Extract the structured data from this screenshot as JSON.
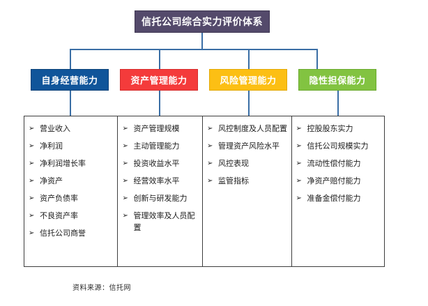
{
  "title": {
    "label": "信托公司综合实力评价体系",
    "color": "#544a6b"
  },
  "categories": [
    {
      "label": "自身经营能力",
      "color": "#10559a"
    },
    {
      "label": "资产管理能力",
      "color": "#f43b3b"
    },
    {
      "label": "风险管理能力",
      "color": "#fcbf14"
    },
    {
      "label": "隐性担保能力",
      "color": "#82c341"
    }
  ],
  "columns": [
    {
      "items": [
        "营业收入",
        "净利润",
        "净利润增长率",
        "净资产",
        "资产负债率",
        "不良资产率",
        "信托公司商誉"
      ]
    },
    {
      "items": [
        "资产管理规模",
        "主动管理能力",
        "投资收益水平",
        "经营效率水平",
        "创新与研发能力",
        "管理效率及人员配置"
      ]
    },
    {
      "items": [
        "风控制度及人员配置",
        "管理资产风险水平",
        "风控表现",
        "监管指标"
      ]
    },
    {
      "items": [
        "控股股东实力",
        "信托公司规模实力",
        "流动性偿付能力",
        "净资产赔付能力",
        "准备金偿付能力"
      ]
    }
  ],
  "bullet": "➢",
  "footer": {
    "text": "资料来源：信托网"
  },
  "connector_color": "#3a6ea5"
}
